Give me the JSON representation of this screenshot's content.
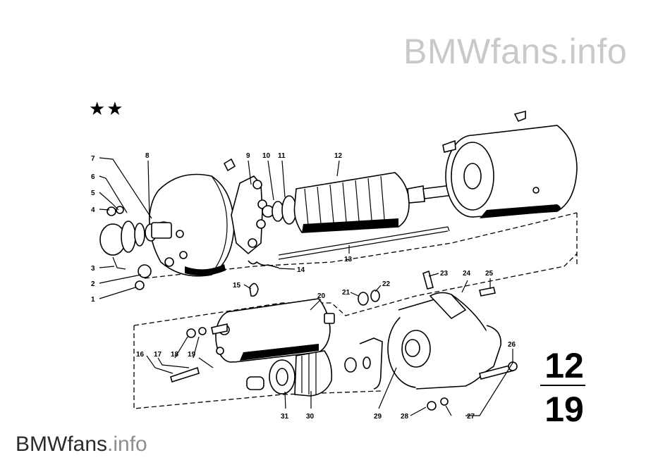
{
  "watermark_top": {
    "brand": "BMWfans",
    "suffix": ".info"
  },
  "watermark_bottom": {
    "brand": "BMWfans",
    "suffix": ".info"
  },
  "stars": "★★",
  "page": {
    "group": "12",
    "number": "19"
  },
  "parts": [
    "1",
    "2",
    "3",
    "4",
    "5",
    "6",
    "7",
    "8",
    "9",
    "10",
    "11",
    "12",
    "13",
    "14",
    "15",
    "16",
    "17",
    "18",
    "19",
    "20",
    "21",
    "22",
    "23",
    "24",
    "25",
    "26",
    "27",
    "28",
    "29",
    "30",
    "31"
  ]
}
